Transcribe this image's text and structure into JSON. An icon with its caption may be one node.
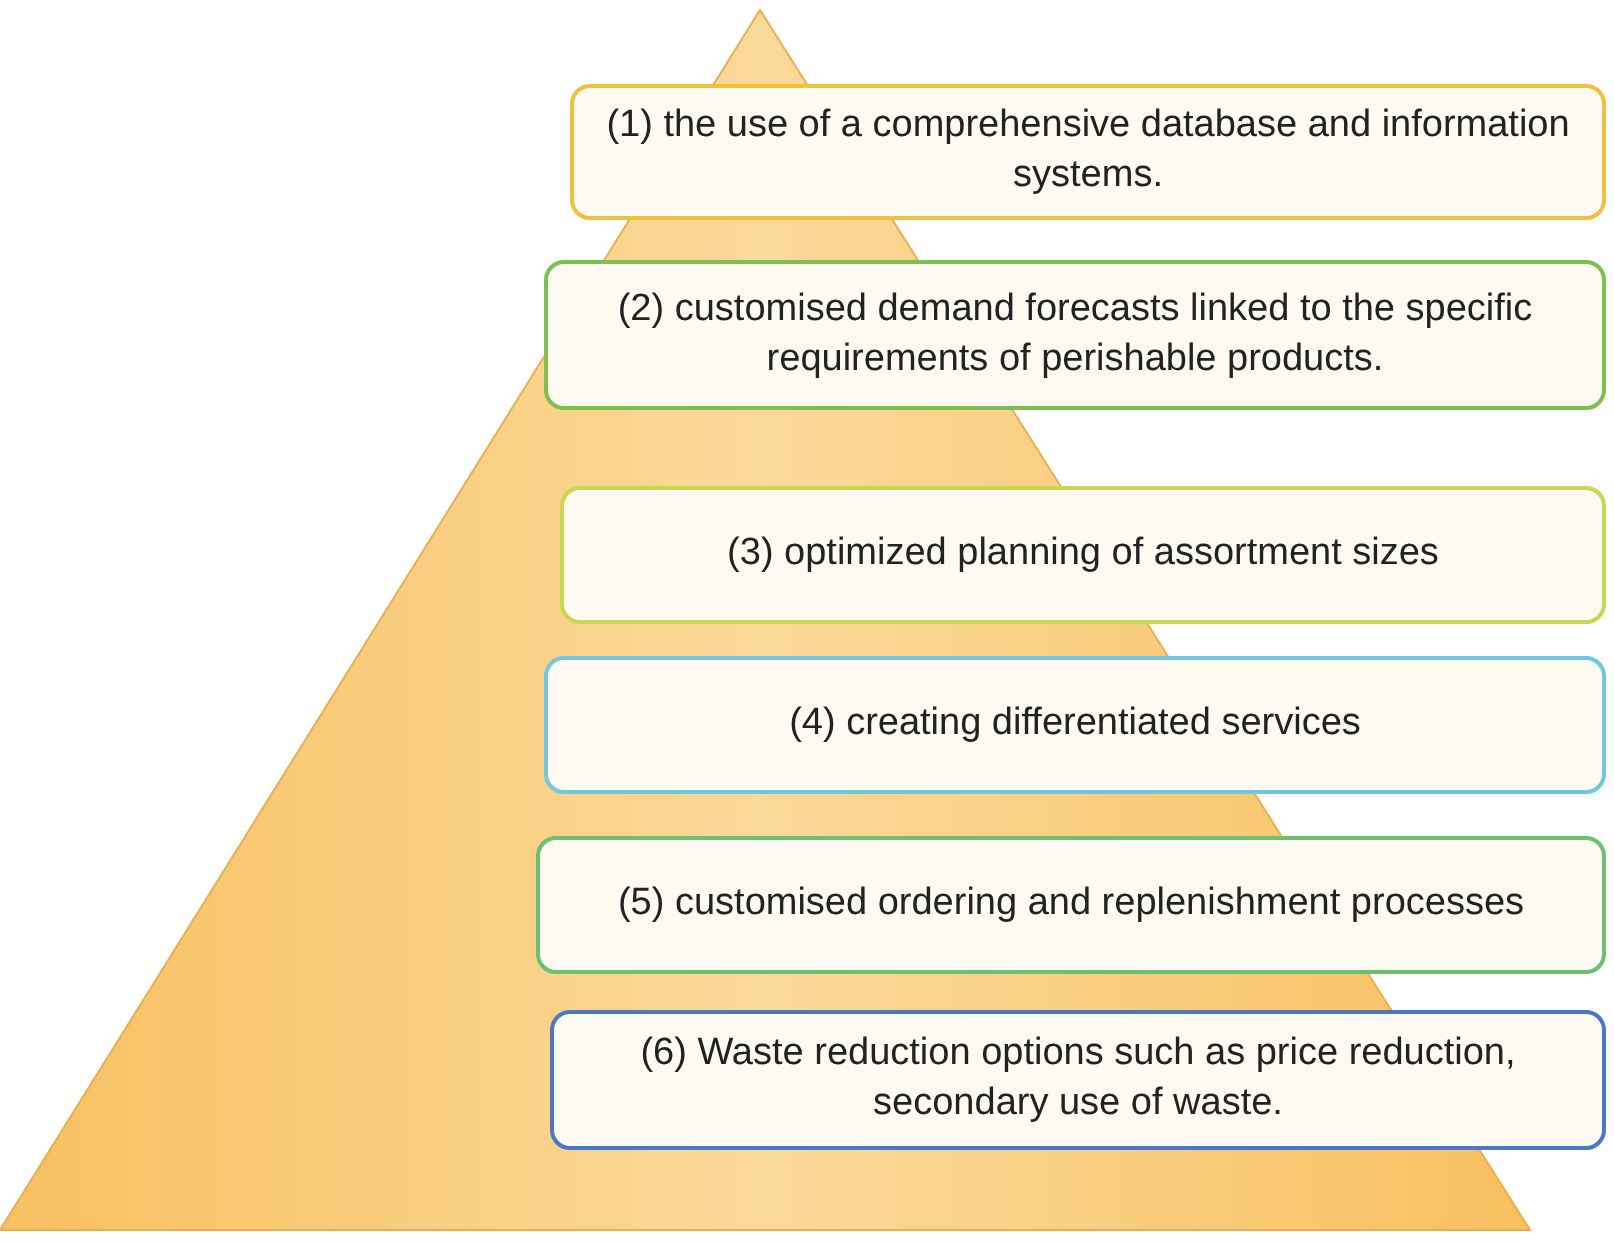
{
  "diagram": {
    "nodes": [
      {
        "text": [
          "(1) the use of a comprehensive database and information systems."
        ]
      },
      {
        "text": [
          "(2) customised demand forecasts linked to the specific requirements of perishable products."
        ]
      },
      {
        "text": [
          "(3) optimized planning of assortment sizes"
        ]
      },
      {
        "text": [
          "(4) creating differentiated services"
        ]
      },
      {
        "text": [
          "(5) customised ordering and replenishment processes"
        ]
      },
      {
        "text": [
          "(6) Waste reduction options such as price reduction, secondary use of waste."
        ]
      }
    ]
  }
}
